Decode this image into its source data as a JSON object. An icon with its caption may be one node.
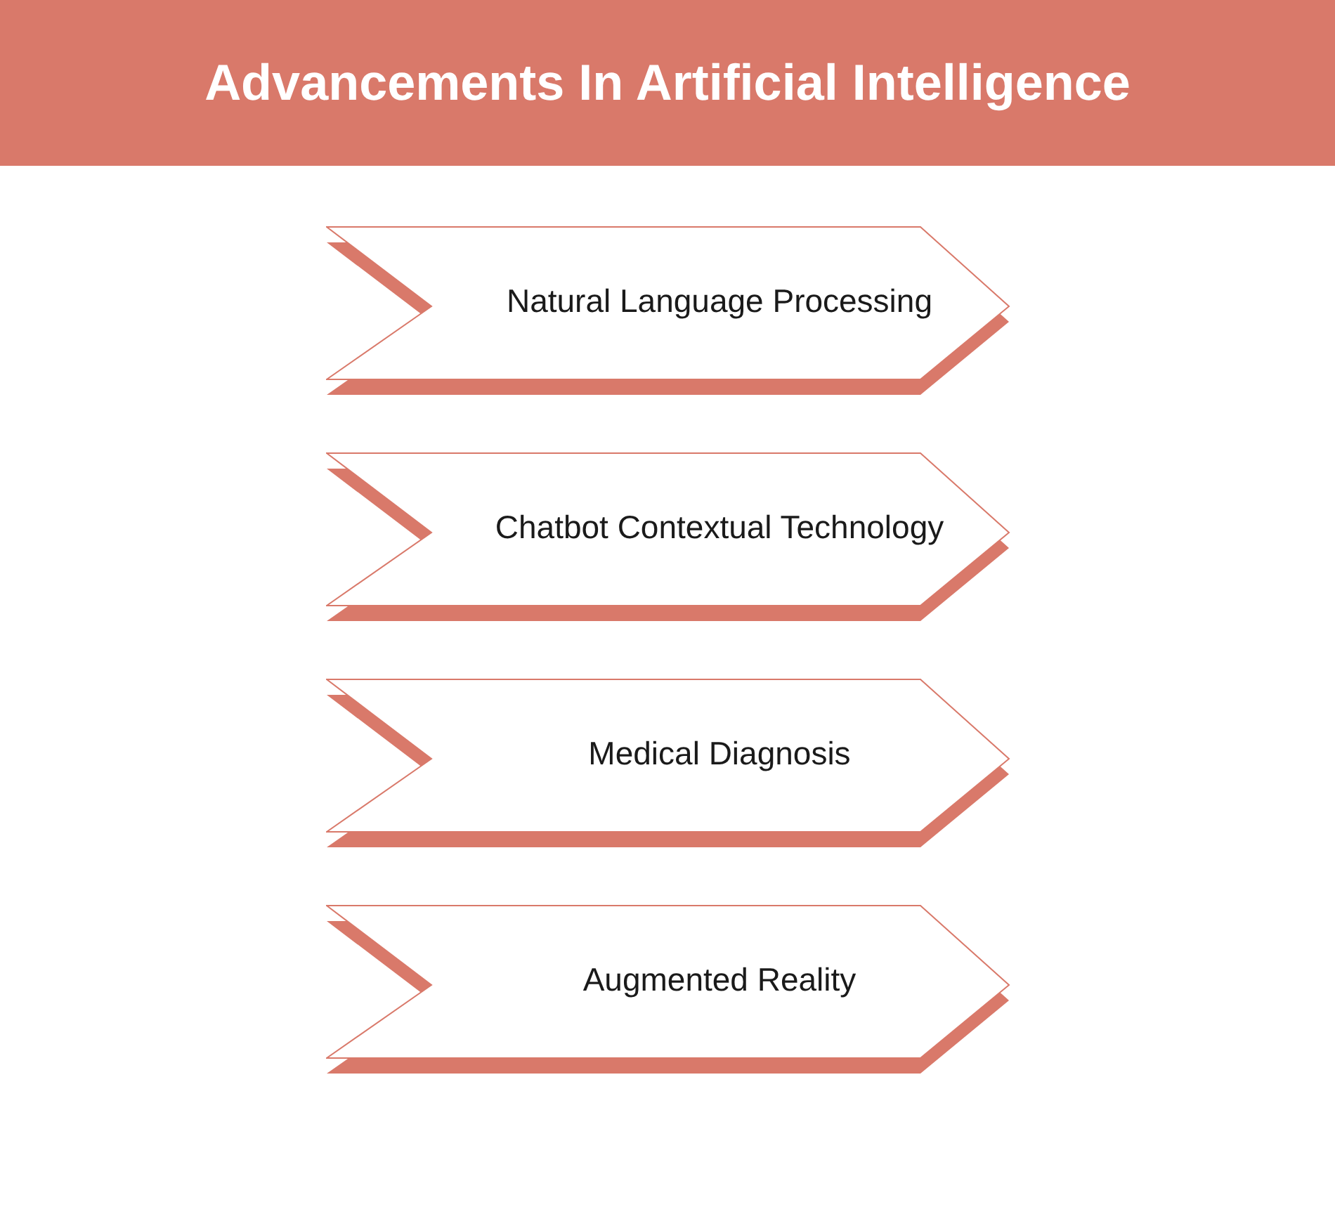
{
  "diagram": {
    "title": "Advancements In Artificial Intelligence",
    "nodes": [
      {
        "text": [
          "Natural Language Processing"
        ]
      },
      {
        "text": [
          "Chatbot Contextual Technology"
        ]
      },
      {
        "text": [
          "Medical Diagnosis"
        ]
      },
      {
        "text": [
          "Augmented Reality"
        ]
      }
    ]
  }
}
